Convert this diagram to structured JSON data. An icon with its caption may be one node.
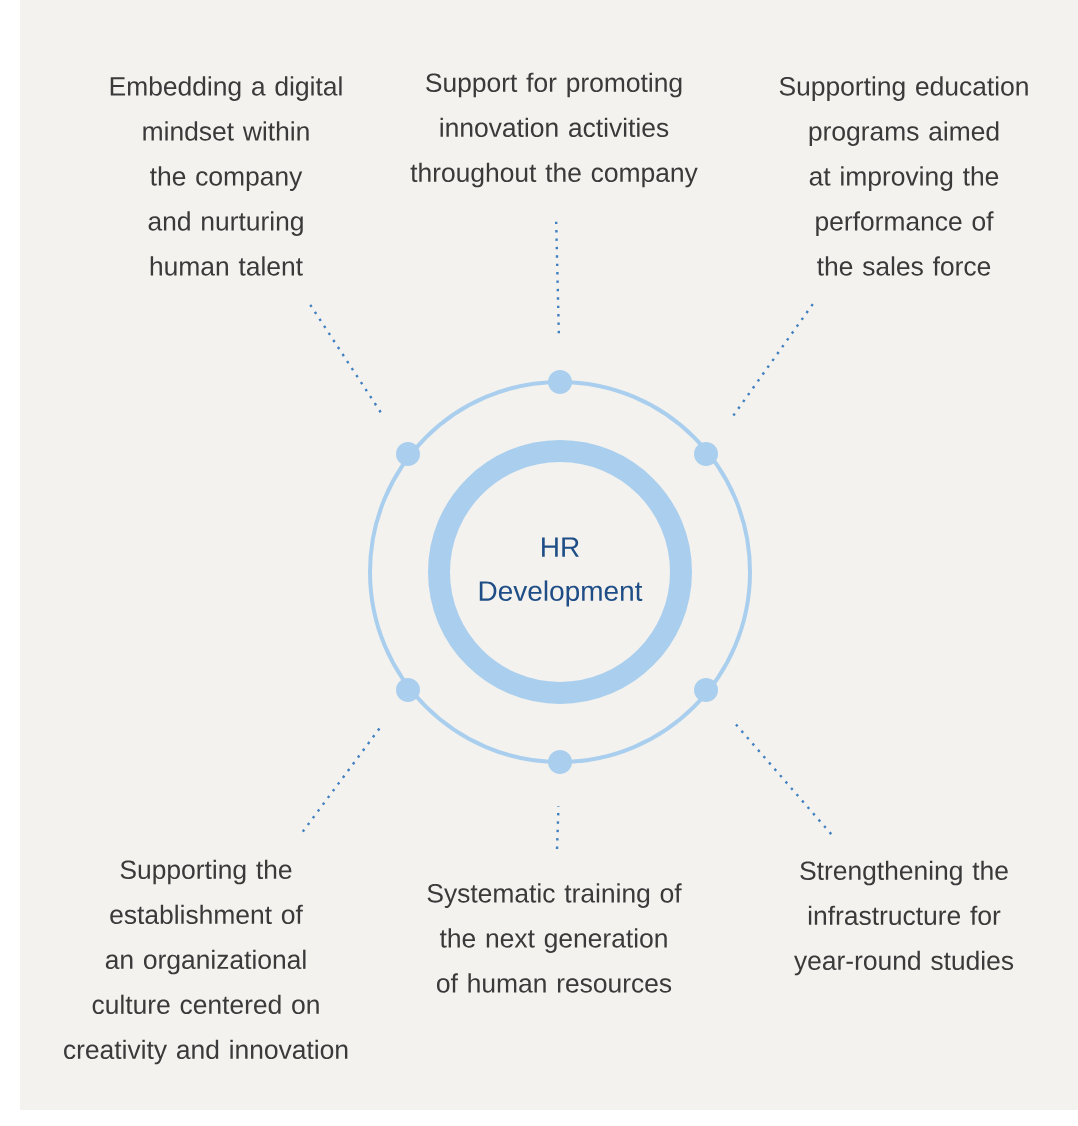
{
  "diagram": {
    "nodes": [
      {
        "text": [
          "HR Development"
        ]
      },
      {
        "text": [
          "Embedding a digital mindset within the company and nurturing human talent"
        ]
      },
      {
        "text": [
          "Support for promoting innovation activities throughout the company"
        ]
      },
      {
        "text": [
          "Supporting education programs aimed at improving the performance of the sales force"
        ]
      },
      {
        "text": [
          "Supporting the establishment of an organizational culture centered on creativity and innovation"
        ]
      },
      {
        "text": [
          "Systematic training of the next generation of human resources"
        ]
      },
      {
        "text": [
          "Strengthening the infrastructure for year-round studies"
        ]
      },
      {
        "text": [],
        "shape": "circle"
      },
      {
        "text": [],
        "shape": "circle"
      },
      {
        "text": [],
        "shape": "circle"
      },
      {
        "text": [],
        "shape": "circle"
      },
      {
        "text": [],
        "shape": "circle"
      },
      {
        "text": [],
        "shape": "circle"
      }
    ],
    "edges": [
      {
        "from": 1,
        "to": 7,
        "arrow": "none",
        "style": "dashed"
      },
      {
        "from": 2,
        "to": 8,
        "arrow": "none",
        "style": "dashed"
      },
      {
        "from": 3,
        "to": 9,
        "arrow": "none",
        "style": "dashed"
      },
      {
        "from": 4,
        "to": 10,
        "arrow": "none",
        "style": "dashed"
      },
      {
        "from": 5,
        "to": 11,
        "arrow": "none",
        "style": "dashed"
      },
      {
        "from": 6,
        "to": 12,
        "arrow": "none",
        "style": "dashed"
      }
    ]
  }
}
